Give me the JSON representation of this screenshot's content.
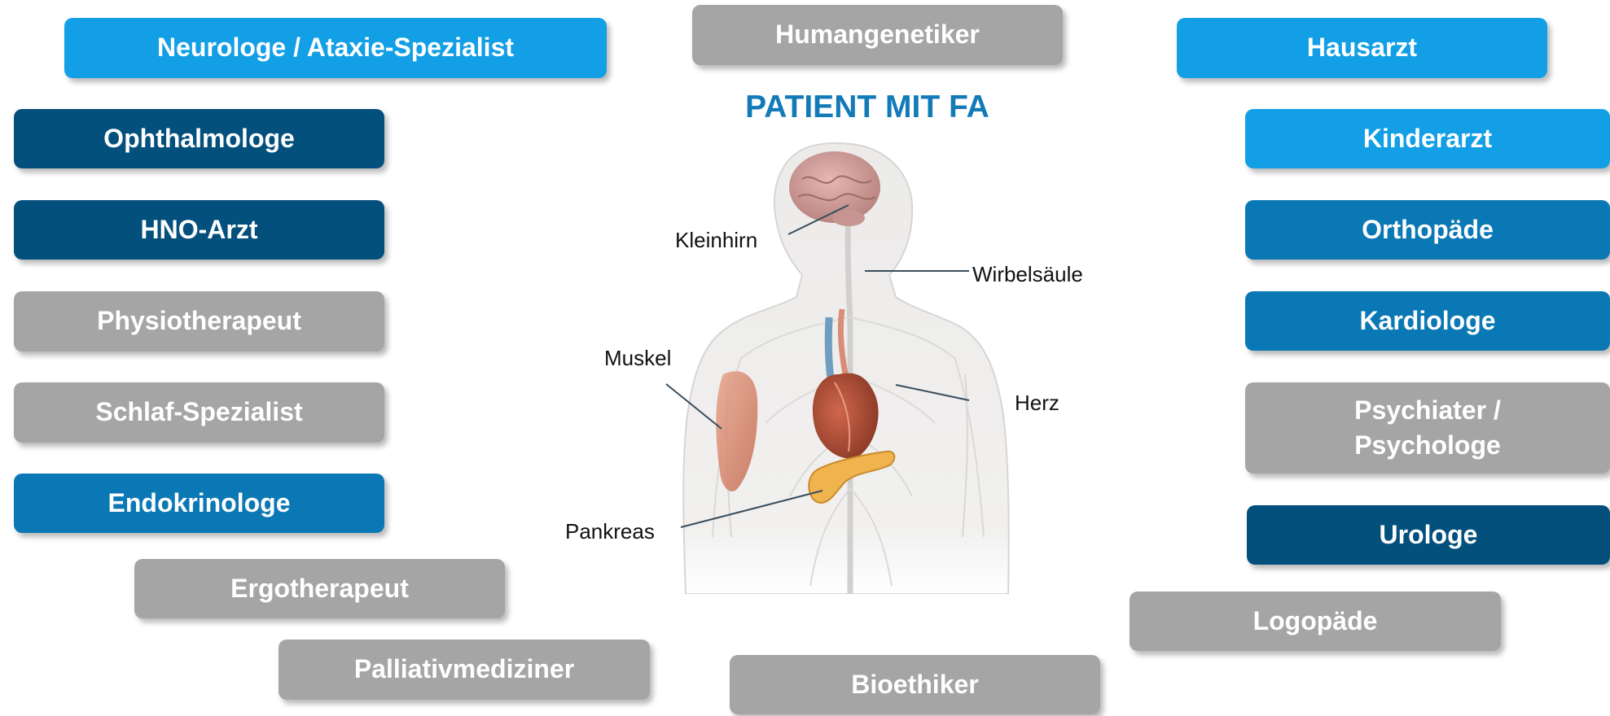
{
  "title": "PATIENT MIT FA",
  "boxes": {
    "neurologe": "Neurologe / Ataxie-Spezialist",
    "humangenetiker": "Humangenetiker",
    "hausarzt": "Hausarzt",
    "ophthalmologe": "Ophthalmologe",
    "kinderarzt": "Kinderarzt",
    "hno": "HNO-Arzt",
    "orthopaede": "Orthopäde",
    "physiotherapeut": "Physiotherapeut",
    "kardiologe": "Kardiologe",
    "schlaf": "Schlaf-Spezialist",
    "psychiater": "Psychiater /\nPsychologe",
    "endokrinologe": "Endokrinologe",
    "urologe": "Urologe",
    "ergotherapeut": "Ergotherapeut",
    "logopaede": "Logopäde",
    "palliativ": "Palliativmediziner",
    "bioethiker": "Bioethiker"
  },
  "labels": {
    "kleinhirn": "Kleinhirn",
    "wirbelsaeule": "Wirbelsäule",
    "muskel": "Muskel",
    "herz": "Herz",
    "pankreas": "Pankreas"
  },
  "colors": {
    "light_blue": "#129fe6",
    "mid_blue": "#0a78b5",
    "dark_blue": "#03507d",
    "grey": "#a5a5a5",
    "title": "#137ab8"
  }
}
